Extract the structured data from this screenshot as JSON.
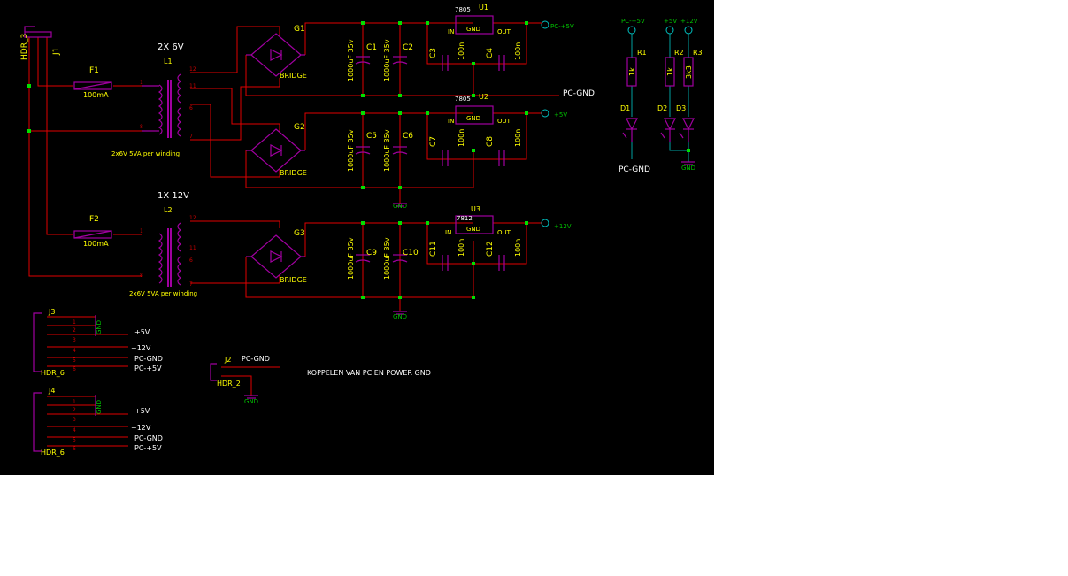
{
  "colors": {
    "background": "#000000",
    "page": "#ffffff",
    "wire": "#e00000",
    "component": "#a000a0",
    "pin": "#00a0a0",
    "junction": "#00e000",
    "label_yellow": "#ffff00",
    "label_white": "#ffffff",
    "label_green": "#00c000",
    "label_red": "#cc0000"
  },
  "text_labels": {
    "hdr3_name": "HDR_3",
    "j1_ref": "J1",
    "title_2x6v": "2X 6V",
    "title_1x12v": "1X 12V",
    "f1": "F1",
    "f1_val": "100mA",
    "f2": "F2",
    "f2_val": "100mA",
    "l1": "L1",
    "l2": "L2",
    "l1_note": "2x6V 5VA per winding",
    "l2_note": "2x6V 5VA per winding",
    "g1": "G1",
    "g2": "G2",
    "g3": "G3",
    "bridge1": "BRIDGE",
    "bridge2": "BRIDGE",
    "bridge3": "BRIDGE",
    "c1": "C1",
    "c2": "C2",
    "c3": "C3",
    "c4": "C4",
    "c5": "C5",
    "c6": "C6",
    "c7": "C7",
    "c8": "C8",
    "c9": "C9",
    "c10": "C10",
    "c11": "C11",
    "c12": "C12",
    "cap_big_1": "1000uF 35v",
    "cap_big_2": "1000uF 35v",
    "cap_big_3": "1000uF 35v",
    "cap_big_4": "1000uF 35v",
    "cap_big_5": "1000uF 35v",
    "cap_big_6": "1000uF 35v",
    "cap_small": "100n",
    "u1": "U1",
    "u2": "U2",
    "u3": "U3",
    "u1_type": "7805",
    "u2_type": "7805",
    "u3_type": "7812",
    "pin_in": "IN",
    "pin_gnd": "GND",
    "pin_out": "OUT",
    "net_pc5v": "PC-+5V",
    "net_5v": "+5V",
    "net_12v": "+12V",
    "net_pcgnd": "PC-GND",
    "net_gnd": "GND",
    "r1": "R1",
    "r2": "R2",
    "r3": "R3",
    "r1_val": "1k",
    "r2_val": "1k",
    "r3_val": "3k3",
    "d1": "D1",
    "d2": "D2",
    "d3": "D3",
    "j2": "J2",
    "j3": "J3",
    "j4": "J4",
    "hdr2": "HDR_2",
    "hdr6_a": "HDR_6",
    "hdr6_b": "HDR_6",
    "koppelen": "KOPPELEN VAN PC EN POWER GND",
    "pin1": "1",
    "pin2": "2",
    "pin3": "3",
    "pin4": "4",
    "pin5": "5",
    "pin6": "6",
    "pin7": "7",
    "pin8": "8",
    "pin11": "11",
    "pin12": "12"
  }
}
